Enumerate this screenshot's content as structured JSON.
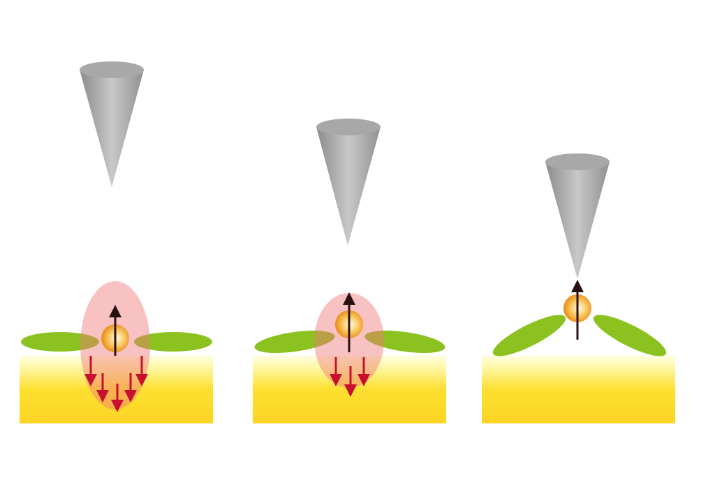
{
  "colors": {
    "tip": "#a0a0a0",
    "substrate": "#fdd41c",
    "molecule_lobe": "#8cc220",
    "field_region": "#f08a8a",
    "particle": "#f0a020",
    "moment_arrow": "#2a1010",
    "field_arrow": "#c8102e"
  },
  "panels": [
    {
      "name": "panel-1",
      "red_arrow_count": 5
    },
    {
      "name": "panel-2",
      "red_arrow_count": 3
    },
    {
      "name": "panel-3",
      "red_arrow_count": 0
    }
  ]
}
